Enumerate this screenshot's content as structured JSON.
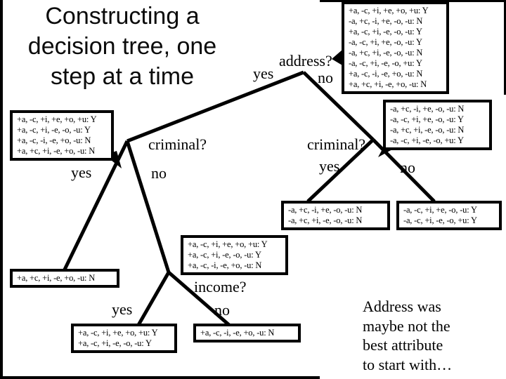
{
  "colors": {
    "background": "#ffffff",
    "ink": "#000000"
  },
  "slide": {
    "title_lines": [
      "Constructing a",
      "decision tree, one",
      "step at a time"
    ],
    "note_lines": [
      "Address was",
      "maybe not the",
      "best attribute",
      "to start with…"
    ]
  },
  "tree": {
    "root": {
      "question": "address?",
      "yes": "yes",
      "no": "no"
    },
    "criminal_left": {
      "question": "criminal?",
      "yes": "yes",
      "no": "no"
    },
    "criminal_right": {
      "question": "criminal?",
      "yes": "yes",
      "no": "no"
    },
    "income": {
      "question": "income?",
      "yes": "yes",
      "no": "no"
    },
    "data_boxes": {
      "root_examples": [
        "+a, -c, +i, +e, +o, +u: Y",
        "-a, +c, -i, +e, -o, -u: N",
        "+a, -c, +i, -e, -o, -u: Y",
        "-a, -c, +i, +e, -o, -u: Y",
        "-a, +c, +i, -e, -o, -u: N",
        "-a, -c, +i, -e, -o, +u: Y",
        "+a, -c, -i, -e, +o, -u: N",
        "+a, +c, +i, -e, +o, -u: N"
      ],
      "address_yes": [
        "+a, -c, +i, +e, +o, +u: Y",
        "+a, -c, +i, -e, -o, -u: Y",
        "+a, -c, -i, -e, +o, -u: N",
        "+a, +c, +i, -e, +o, -u: N"
      ],
      "address_no": [
        "-a, +c, -i, +e, -o, -u: N",
        "-a, -c, +i, +e, -o, -u: Y",
        "-a, +c, +i, -e, -o, -u: N",
        "-a, -c, +i, -e, -o, +u: Y"
      ],
      "criminal_right_yes": [
        "-a, +c, -i, +e, -o, -u: N",
        "-a, +c, +i, -e, -o, -u: N"
      ],
      "criminal_right_no": [
        "-a, -c, +i, +e, -o, -u: Y",
        "-a, -c, +i, -e, -o, +u: Y"
      ],
      "income_examples": [
        "+a, -c, +i, +e, +o, +u: Y",
        "+a, -c, +i, -e, -o, -u: Y",
        "+a, -c, -i, -e, +o, -u: N"
      ],
      "criminal_left_yes": [
        "+a, +c, +i, -e, +o, -u: N"
      ],
      "income_yes": [
        "+a, -c, +i, +e, +o, +u: Y",
        "+a, -c, +i, -e, -o, -u: Y"
      ],
      "income_no": [
        "+a, -c, -i, -e, +o, -u: N"
      ]
    }
  }
}
